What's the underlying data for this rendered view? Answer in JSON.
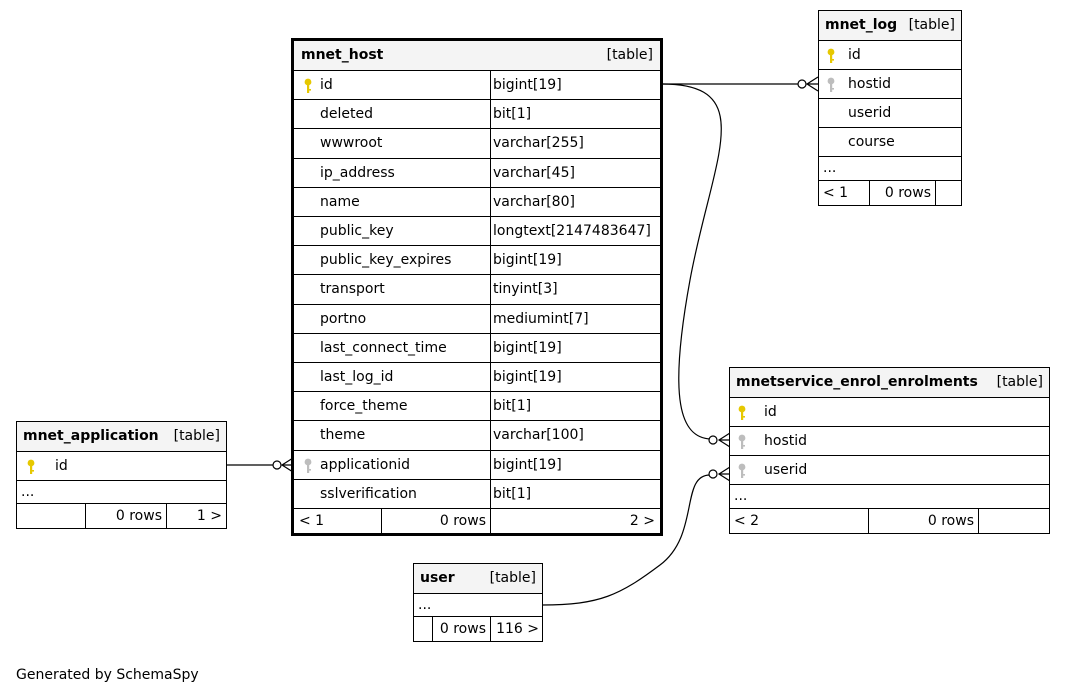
{
  "tables": {
    "mnet_host": {
      "name": "mnet_host",
      "kind": "[table]",
      "columns": [
        {
          "name": "id",
          "type": "bigint[19]",
          "key": "primary"
        },
        {
          "name": "deleted",
          "type": "bit[1]",
          "key": ""
        },
        {
          "name": "wwwroot",
          "type": "varchar[255]",
          "key": ""
        },
        {
          "name": "ip_address",
          "type": "varchar[45]",
          "key": ""
        },
        {
          "name": "name",
          "type": "varchar[80]",
          "key": ""
        },
        {
          "name": "public_key",
          "type": "longtext[2147483647]",
          "key": ""
        },
        {
          "name": "public_key_expires",
          "type": "bigint[19]",
          "key": ""
        },
        {
          "name": "transport",
          "type": "tinyint[3]",
          "key": ""
        },
        {
          "name": "portno",
          "type": "mediumint[7]",
          "key": ""
        },
        {
          "name": "last_connect_time",
          "type": "bigint[19]",
          "key": ""
        },
        {
          "name": "last_log_id",
          "type": "bigint[19]",
          "key": ""
        },
        {
          "name": "force_theme",
          "type": "bit[1]",
          "key": ""
        },
        {
          "name": "theme",
          "type": "varchar[100]",
          "key": ""
        },
        {
          "name": "applicationid",
          "type": "bigint[19]",
          "key": "foreign"
        },
        {
          "name": "sslverification",
          "type": "bit[1]",
          "key": ""
        }
      ],
      "footer": {
        "parents": "< 1",
        "rows": "0 rows",
        "children": "2 >"
      }
    },
    "mnet_log": {
      "name": "mnet_log",
      "kind": "[table]",
      "columns": [
        {
          "name": "id",
          "key": "primary"
        },
        {
          "name": "hostid",
          "key": "foreign"
        },
        {
          "name": "userid",
          "key": ""
        },
        {
          "name": "course",
          "key": ""
        }
      ],
      "ellipsis": "...",
      "footer": {
        "parents": "< 1",
        "rows": "0 rows",
        "children": ""
      }
    },
    "mnetservice_enrol_enrolments": {
      "name": "mnetservice_enrol_enrolments",
      "kind": "[table]",
      "columns": [
        {
          "name": "id",
          "key": "primary"
        },
        {
          "name": "hostid",
          "key": "foreign"
        },
        {
          "name": "userid",
          "key": "foreign"
        }
      ],
      "ellipsis": "...",
      "footer": {
        "parents": "< 2",
        "rows": "0 rows",
        "children": ""
      }
    },
    "mnet_application": {
      "name": "mnet_application",
      "kind": "[table]",
      "columns": [
        {
          "name": "id",
          "key": "primary"
        }
      ],
      "ellipsis": "...",
      "footer": {
        "parents": "",
        "rows": "0 rows",
        "children": "1 >"
      }
    },
    "user": {
      "name": "user",
      "kind": "[table]",
      "ellipsis": "...",
      "footer": {
        "parents": "",
        "rows": "0 rows",
        "children": "116 >"
      }
    }
  },
  "footer_note": "Generated by SchemaSpy",
  "colors": {
    "primary_key": "#e6c800",
    "foreign_key": "#bdbdbd",
    "header_bg": "#f4f4f4",
    "line": "#000000"
  }
}
